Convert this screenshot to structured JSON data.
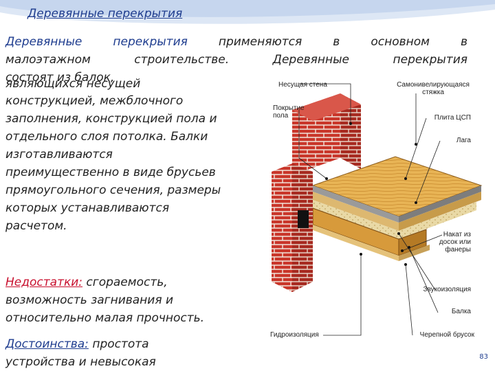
{
  "title": "Деревянные перекрытия",
  "intro": {
    "highlight": "Деревянные перекрытия",
    "line1_rest": "применяются в основном в",
    "line2": "малоэтажном строительстве. Деревянные перекрытия",
    "line3": "состоят из балок,"
  },
  "overlap_text": "являющихся несущей",
  "body_lines": [
    "конструкцией, межблочного",
    "заполнения, конструкцией пола и",
    "отдельного слоя потолка. Балки",
    "изготавливаются",
    "преимущественно в виде брусьев",
    "прямоугольного сечения, размеры",
    "которых устанавливаются",
    "расчетом."
  ],
  "drawbacks": {
    "label": "Недостатки:",
    "line1_rest": " сгораемость,",
    "line2": "возможность загнивания и",
    "line3": "относительно малая прочность."
  },
  "merits": {
    "label": "Достоинства:",
    "line1_rest": " простота",
    "line2": "устройства и невысокая"
  },
  "diagram_labels": {
    "wall": "Несущая стена",
    "screed": "Самонивелирующаяся стяжка",
    "floor_cover": "Покрытие пола",
    "dsp": "Плита ЦСП",
    "lag": "Лага",
    "naкat": "Накат из досок или фанеры",
    "sound": "Звукоизоляция",
    "beam": "Балка",
    "water": "Гидроизоляция",
    "cranial": "Черепной брусок"
  },
  "page_number": "83",
  "colors": {
    "title": "#1f3d8f",
    "red_link": "#c8102e",
    "brick": "#c43a2a",
    "wood": "#e8b050"
  }
}
